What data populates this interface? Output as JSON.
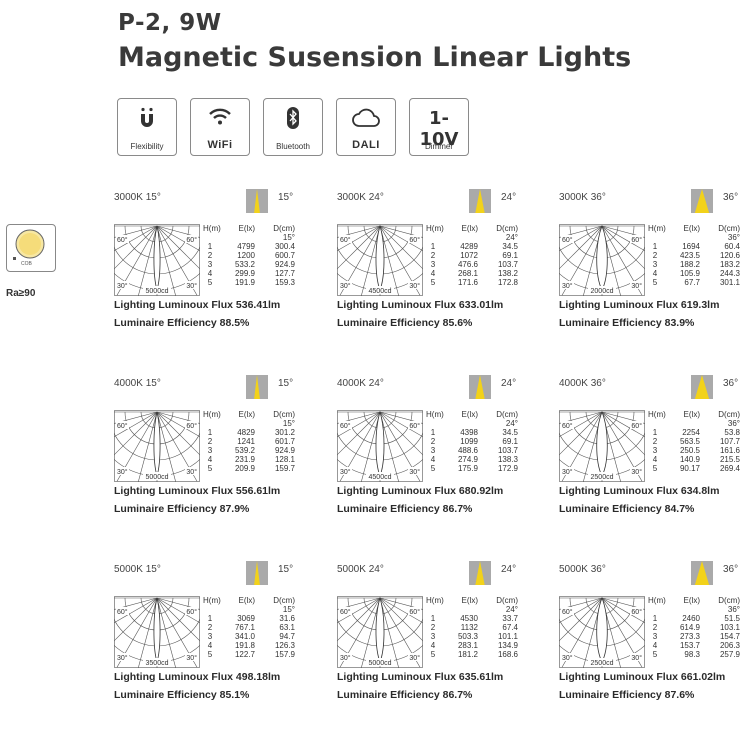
{
  "title_line1": "P-2, 9W",
  "title_line2": "Magnetic Susension Linear Lights",
  "features": [
    {
      "icon": "flexibility-icon",
      "label": "Flexibility"
    },
    {
      "icon": "wifi-icon",
      "label": "WiFi"
    },
    {
      "icon": "bluetooth-icon",
      "label": "Bluetooth"
    },
    {
      "icon": "cloud-icon",
      "label": "DALI"
    },
    {
      "icon": "",
      "label": "Dimmer",
      "big": "1-10V"
    }
  ],
  "cob": {
    "label": "COB",
    "ra": "Ra≥90"
  },
  "colors": {
    "beam_swatch": "#aaaaaa",
    "beam": "#f2d21a"
  },
  "table_headers": {
    "h": "H(m)",
    "e": "E(lx)",
    "d": "D(cm)"
  },
  "polar_labels": {
    "left60": "60°",
    "right60": "60°",
    "left30": "30°",
    "right30": "30°"
  },
  "panels": [
    {
      "title": "3000K 15°",
      "angle": "15°",
      "beam": 15,
      "cd": "5000cd",
      "rows": [
        [
          "1",
          "4799",
          "300.4"
        ],
        [
          "2",
          "1200",
          "600.7"
        ],
        [
          "3",
          "533.2",
          "924.9"
        ],
        [
          "4",
          "299.9",
          "127.7"
        ],
        [
          "5",
          "191.9",
          "159.3"
        ]
      ],
      "flux": "Lighting Luminoux Flux 536.41lm",
      "eff": "Luminaire Efficiency 88.5%"
    },
    {
      "title": "3000K 24°",
      "angle": "24°",
      "beam": 24,
      "cd": "4500cd",
      "rows": [
        [
          "1",
          "4289",
          "34.5"
        ],
        [
          "2",
          "1072",
          "69.1"
        ],
        [
          "3",
          "476.6",
          "103.7"
        ],
        [
          "4",
          "268.1",
          "138.2"
        ],
        [
          "5",
          "171.6",
          "172.8"
        ]
      ],
      "flux": "Lighting Luminoux Flux 633.01lm",
      "eff": "Luminaire Efficiency 85.6%"
    },
    {
      "title": "3000K 36°",
      "angle": "36°",
      "beam": 36,
      "cd": "2000cd",
      "rows": [
        [
          "1",
          "1694",
          "60.4"
        ],
        [
          "2",
          "423.5",
          "120.6"
        ],
        [
          "3",
          "188.2",
          "183.2"
        ],
        [
          "4",
          "105.9",
          "244.3"
        ],
        [
          "5",
          "67.7",
          "301.1"
        ]
      ],
      "flux": "Lighting Luminoux Flux 619.3lm",
      "eff": "Luminaire Efficiency 83.9%"
    },
    {
      "title": "4000K 15°",
      "angle": "15°",
      "beam": 15,
      "cd": "5000cd",
      "rows": [
        [
          "1",
          "4829",
          "301.2"
        ],
        [
          "2",
          "1241",
          "601.7"
        ],
        [
          "3",
          "539.2",
          "924.9"
        ],
        [
          "4",
          "231.9",
          "128.1"
        ],
        [
          "5",
          "209.9",
          "159.7"
        ]
      ],
      "flux": "Lighting Luminoux Flux 556.61lm",
      "eff": "Luminaire Efficiency 87.9%"
    },
    {
      "title": "4000K 24°",
      "angle": "24°",
      "beam": 24,
      "cd": "4500cd",
      "rows": [
        [
          "1",
          "4398",
          "34.5"
        ],
        [
          "2",
          "1099",
          "69.1"
        ],
        [
          "3",
          "488.6",
          "103.7"
        ],
        [
          "4",
          "274.9",
          "138.3"
        ],
        [
          "5",
          "175.9",
          "172.9"
        ]
      ],
      "flux": "Lighting Luminoux Flux 680.92lm",
      "eff": "Luminaire Efficiency 86.7%"
    },
    {
      "title": "4000K 36°",
      "angle": "36°",
      "beam": 36,
      "cd": "2500cd",
      "rows": [
        [
          "1",
          "2254",
          "53.8"
        ],
        [
          "2",
          "563.5",
          "107.7"
        ],
        [
          "3",
          "250.5",
          "161.6"
        ],
        [
          "4",
          "140.9",
          "215.5"
        ],
        [
          "5",
          "90.17",
          "269.4"
        ]
      ],
      "flux": "Lighting Luminoux Flux 634.8lm",
      "eff": "Luminaire Efficiency 84.7%"
    },
    {
      "title": "5000K 15°",
      "angle": "15°",
      "beam": 15,
      "cd": "3500cd",
      "rows": [
        [
          "1",
          "3069",
          "31.6"
        ],
        [
          "2",
          "767.1",
          "63.1"
        ],
        [
          "3",
          "341.0",
          "94.7"
        ],
        [
          "4",
          "191.8",
          "126.3"
        ],
        [
          "5",
          "122.7",
          "157.9"
        ]
      ],
      "flux": "Lighting Luminoux Flux 498.18lm",
      "eff": "Luminaire Efficiency 85.1%"
    },
    {
      "title": "5000K 24°",
      "angle": "24°",
      "beam": 24,
      "cd": "5000cd",
      "rows": [
        [
          "1",
          "4530",
          "33.7"
        ],
        [
          "2",
          "1132",
          "67.4"
        ],
        [
          "3",
          "503.3",
          "101.1"
        ],
        [
          "4",
          "283.1",
          "134.9"
        ],
        [
          "5",
          "181.2",
          "168.6"
        ]
      ],
      "flux": "Lighting Luminoux Flux 635.61lm",
      "eff": "Luminaire Efficiency 86.7%"
    },
    {
      "title": "5000K 36°",
      "angle": "36°",
      "beam": 36,
      "cd": "2500cd",
      "rows": [
        [
          "1",
          "2460",
          "51.5"
        ],
        [
          "2",
          "614.9",
          "103.1"
        ],
        [
          "3",
          "273.3",
          "154.7"
        ],
        [
          "4",
          "153.7",
          "206.3"
        ],
        [
          "5",
          "98.3",
          "257.9"
        ]
      ],
      "flux": "Lighting Luminoux Flux 661.02lm",
      "eff": "Luminaire Efficiency 87.6%"
    }
  ]
}
